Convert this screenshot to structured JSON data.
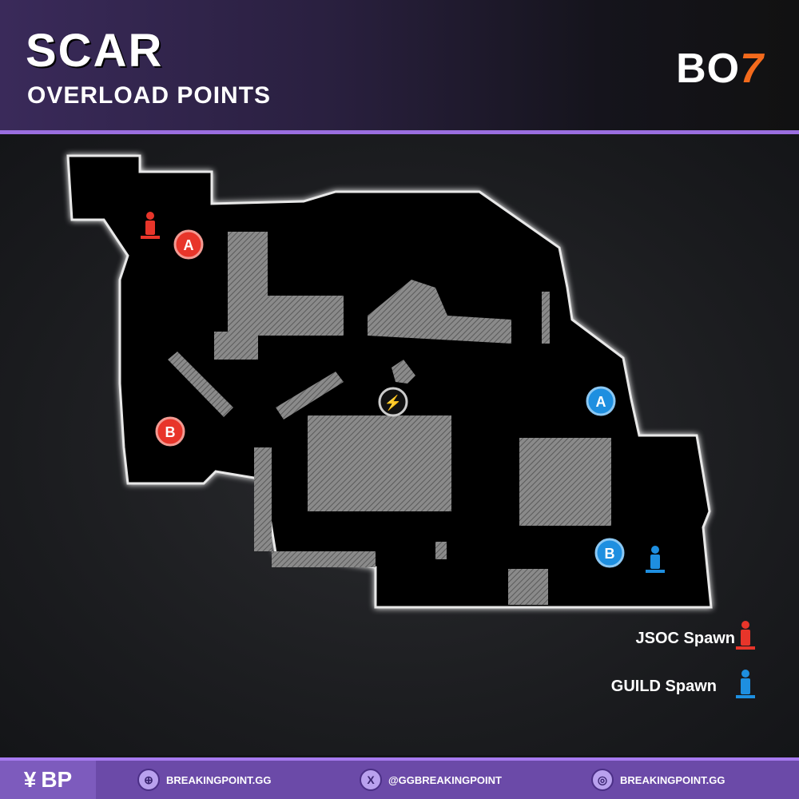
{
  "header": {
    "title": "SCAR",
    "subtitle": "OVERLOAD POINTS",
    "logo_main": "BO",
    "logo_accent": "7"
  },
  "map": {
    "jsoc_points": [
      "A",
      "B"
    ],
    "guild_points": [
      "A",
      "B"
    ],
    "colors": {
      "jsoc": "#e8352a",
      "guild": "#1e8fe0",
      "outline": "#e8e8e8"
    }
  },
  "legend": [
    {
      "label": "JSOC Spawn",
      "color": "#e8352a"
    },
    {
      "label": "GUILD Spawn",
      "color": "#1e8fe0"
    }
  ],
  "footer": {
    "brand": "BP",
    "links": [
      {
        "icon": "globe-icon",
        "label": "BREAKINGPOINT.GG"
      },
      {
        "icon": "x-icon",
        "label": "@GGBREAKINGPOINT",
        "glyph": "X"
      },
      {
        "icon": "instagram-icon",
        "label": "BREAKINGPOINT.GG"
      }
    ]
  }
}
